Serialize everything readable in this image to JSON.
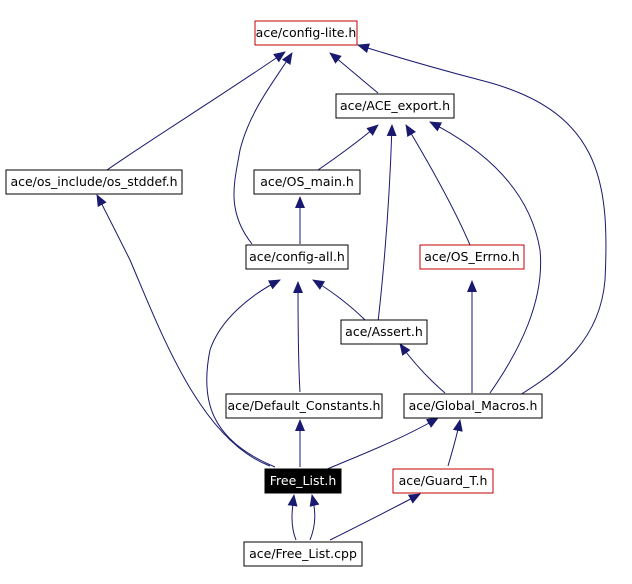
{
  "colors": {
    "edge": "#191970",
    "box_border_normal": "#000000",
    "box_border_incomplete": "#c00000",
    "focus_fill": "#000000",
    "focus_text": "#ffffff",
    "text": "#000000"
  },
  "nodes": {
    "config_lite": "ace/config-lite.h",
    "ace_export": "ace/ACE_export.h",
    "os_stddef": "ace/os_include/os_stddef.h",
    "os_main": "ace/OS_main.h",
    "config_all": "ace/config-all.h",
    "os_errno": "ace/OS_Errno.h",
    "assert": "ace/Assert.h",
    "default_constants": "ace/Default_Constants.h",
    "global_macros": "ace/Global_Macros.h",
    "free_list_h": "Free_List.h",
    "guard_t": "ace/Guard_T.h",
    "free_list_cpp": "ace/Free_List.cpp"
  }
}
